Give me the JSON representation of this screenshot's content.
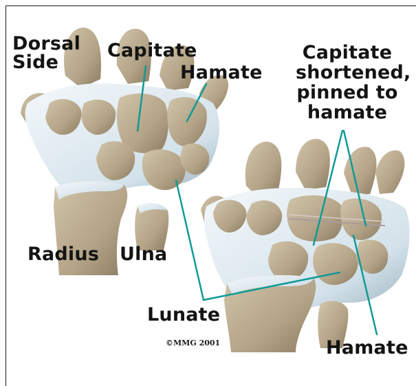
{
  "labels": {
    "dorsal_side": "Dorsal\nSide",
    "capitate_left": "Capitate",
    "hamate_left": "Hamate",
    "capitate_note": "Capitate\nshortened,\npinned to\nhamate",
    "radius": "Radius",
    "ulna": "Ulna",
    "lunate": "Lunate",
    "hamate_right": "Hamate"
  },
  "copyright": "©MMG 2001",
  "colors": {
    "bone": "#bcae92",
    "bone_dark": "#8c7c62",
    "cartilage": "#dde9f0",
    "cartilage_shade": "#9fb4c0",
    "pointer": "#0f9a96",
    "text": "#141414"
  }
}
